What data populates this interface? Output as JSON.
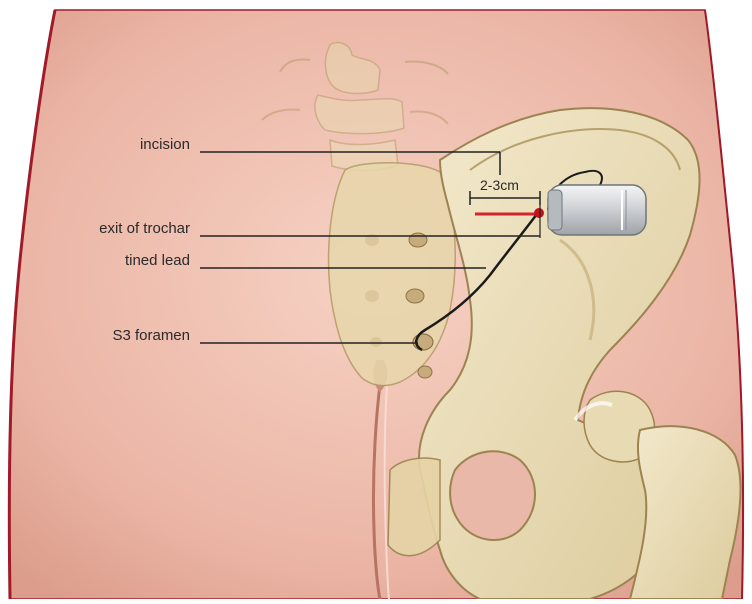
{
  "labels": {
    "incision": "incision",
    "exit": "exit of trochar",
    "lead": "tined lead",
    "s3": "S3 foramen",
    "dimension": "2-3cm"
  },
  "colors": {
    "skin": "#eab3a3",
    "skin_light": "#f3cbbd",
    "bone": "#ede0bb",
    "bone_shadow": "#c8b384",
    "leader": "#222222",
    "incision_red": "#d4242b",
    "device": "#cfd2d5"
  }
}
